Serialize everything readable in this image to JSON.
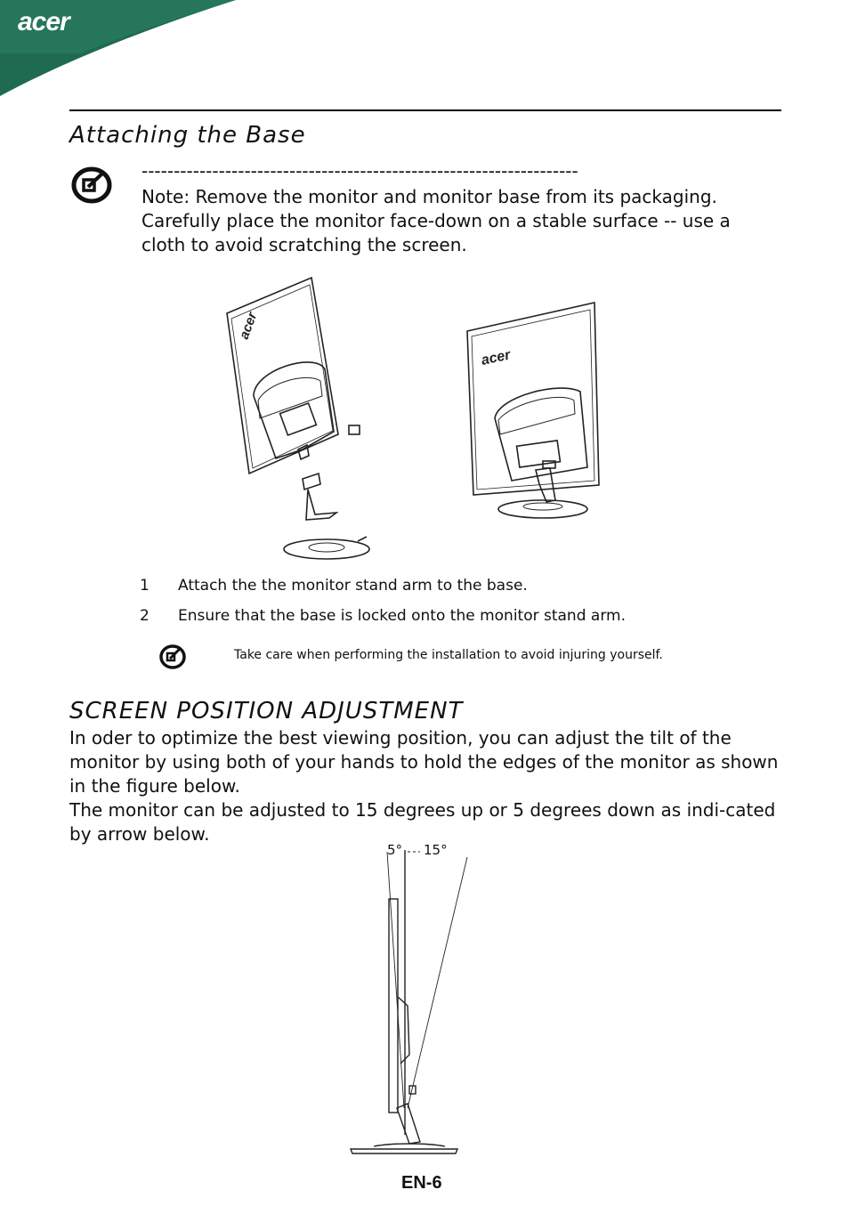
{
  "brand": {
    "logo_text": "acer",
    "band_color": "#1e6b52"
  },
  "section1": {
    "title": "Attaching the Base",
    "note_dashes": "--------------------------------------------------------------------",
    "note_text": "Note: Remove the monitor and monitor base from its packaging. Carefully place the monitor face-down on a stable surface -- use a cloth to avoid scratching the screen."
  },
  "steps": [
    {
      "num": "1",
      "text": "Attach the the monitor stand arm to the base."
    },
    {
      "num": "2",
      "text": "Ensure that the base is locked onto the monitor stand arm."
    }
  ],
  "caution_note": "Take care when performing the installation to avoid injuring  yourself.",
  "section2": {
    "title": "SCREEN POSITION ADJUSTMENT",
    "paragraph1": "In oder to optimize the best viewing position, you can adjust the tilt of the monitor by using both of your hands to hold the edges of the monitor as shown in the figure below.",
    "paragraph2": "The monitor can be adjusted to 15 degrees up or 5 degrees down as indi-cated by arrow below."
  },
  "tilt_figure": {
    "angle_down": "5°",
    "angle_up": "15°"
  },
  "footer": {
    "page_number": "EN-6"
  }
}
